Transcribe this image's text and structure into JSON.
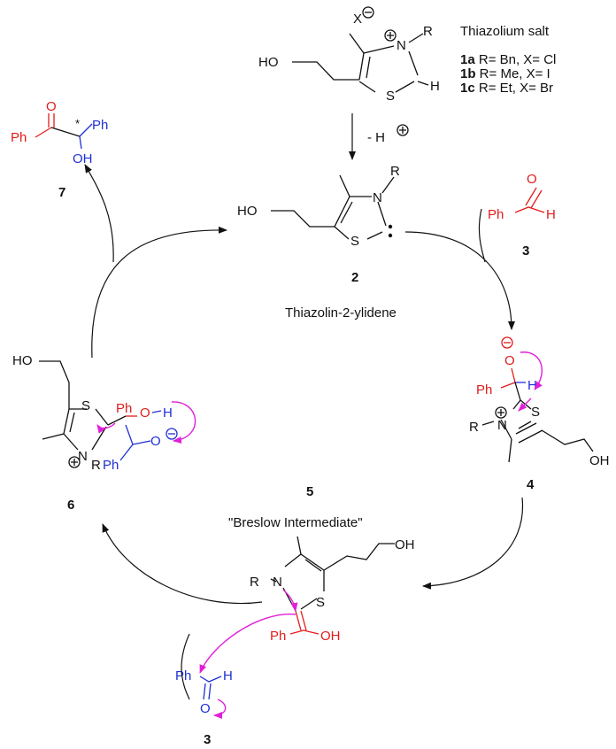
{
  "labels": {
    "thiazolium_salt": "Thiazolium salt",
    "salt_1a_id": "1a",
    "salt_1a_text": " R= Bn, X= Cl",
    "salt_1b_id": "1b",
    "salt_1b_text": " R= Me, X= I",
    "salt_1c_id": "1c",
    "salt_1c_text": " R= Et, X= Br",
    "deprotonation": "- H",
    "ylidene_name": "Thiazolin-2-ylidene",
    "breslow_name": "\"Breslow Intermediate\""
  },
  "compound_numbers": {
    "c2": "2",
    "c3_top": "3",
    "c3_bottom": "3",
    "c4": "4",
    "c5": "5",
    "c6": "6",
    "c7": "7"
  },
  "atoms": {
    "x": "X",
    "n": "N",
    "r": "R",
    "s": "S",
    "h": "H",
    "ho": "HO",
    "oh": "OH",
    "o": "O",
    "ph": "Ph",
    "r_dash": "R",
    "star": "*",
    "plus": "+",
    "minus": "−"
  },
  "colors": {
    "red": "#e21b1b",
    "blue": "#1f2fd6",
    "magenta": "#e11fd8",
    "black": "#111111"
  }
}
